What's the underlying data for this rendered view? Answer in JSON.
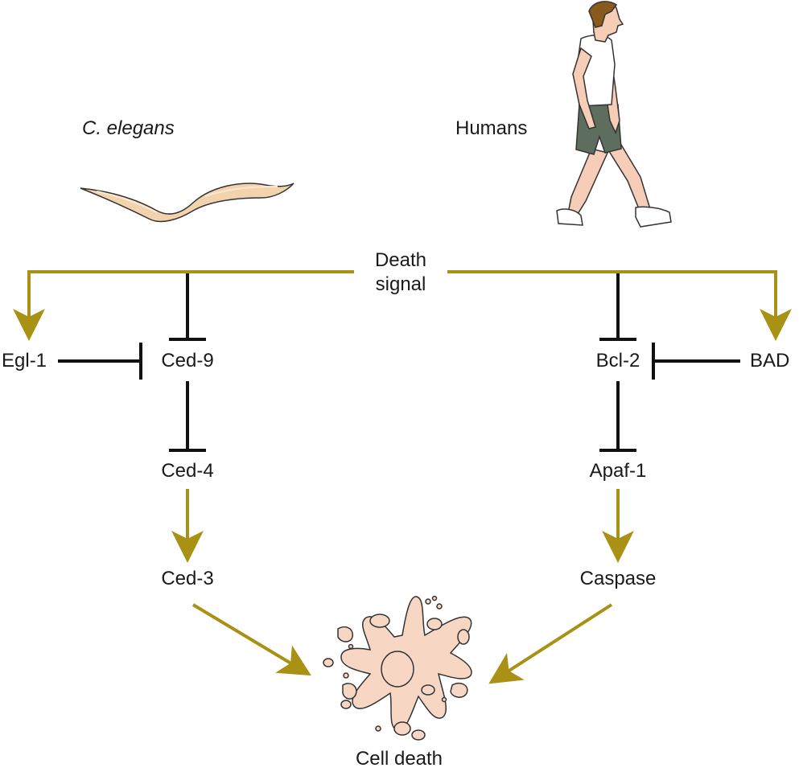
{
  "organisms": {
    "worm_label": "C. elegans",
    "human_label": "Humans"
  },
  "signal": {
    "line1": "Death",
    "line2": "signal"
  },
  "worm_pathway": {
    "egl1": "Egl-1",
    "ced9": "Ced-9",
    "ced4": "Ced-4",
    "ced3": "Ced-3"
  },
  "human_pathway": {
    "bad": "BAD",
    "bcl2": "Bcl-2",
    "apaf1": "Apaf-1",
    "caspase": "Caspase"
  },
  "outcome": {
    "label": "Cell death"
  },
  "colors": {
    "activation_arrow": "#a89114",
    "inhibition": "#111111",
    "worm_fill": "#f2d3ad",
    "cell_fill": "#f7d6c4",
    "shirt": "#ffffff",
    "shorts": "#5e6e5e",
    "skin": "#f6cdb7",
    "hair": "#8a5a1c"
  }
}
